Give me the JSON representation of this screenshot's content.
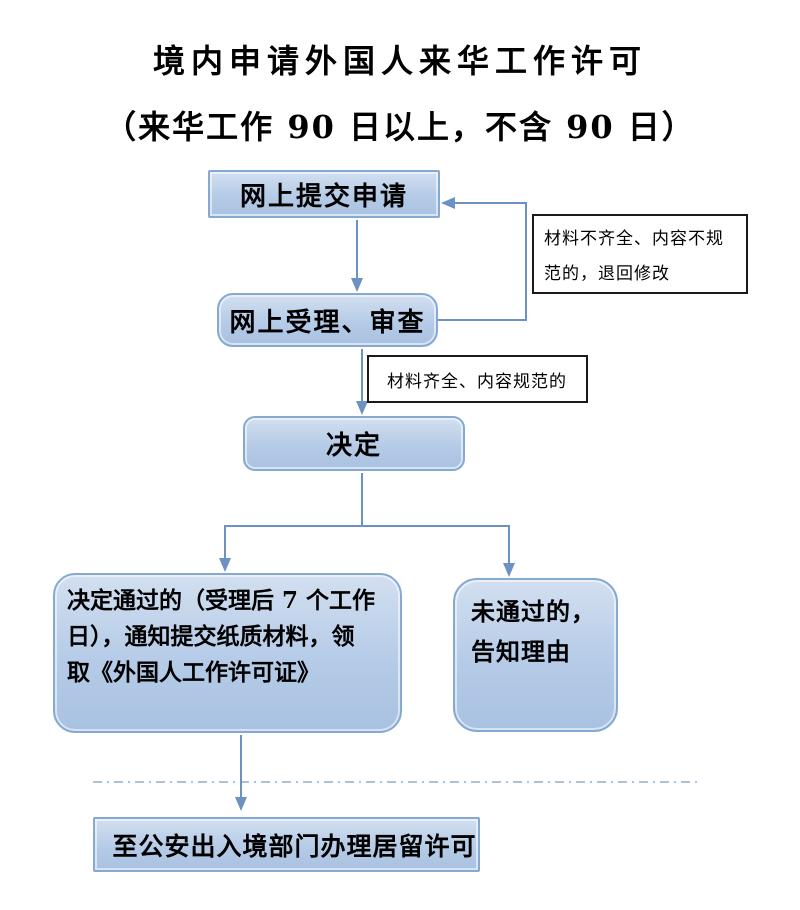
{
  "title": "境内申请外国人来华工作许可",
  "subtitle": "（来华工作 90 日以上，不含 90 日）",
  "colors": {
    "box_fill": "#b5cbe7",
    "box_fill_light": "#d2dff0",
    "box_border": "#86a9d4",
    "line": "#6b92c3",
    "divider": "#8fadca",
    "label_border": "#1a1a1a",
    "text": "#000000",
    "background": "#ffffff"
  },
  "nodes": {
    "submit": {
      "label": "网上提交申请"
    },
    "review": {
      "label": "网上受理、审查"
    },
    "decision": {
      "label": "决定"
    },
    "approved": {
      "lines": [
        "决定通过的（受理后 7 个工作",
        "日），通知提交纸质材料，领",
        "取《外国人工作许可证》"
      ]
    },
    "rejected": {
      "lines": [
        "未通过的，",
        "告知理由"
      ]
    },
    "residence": {
      "label": "至公安出入境部门办理居留许可"
    }
  },
  "callouts": {
    "incomplete": {
      "lines": [
        "材料不齐全、内容不规",
        "范的，退回修改"
      ]
    },
    "complete": {
      "label": "材料齐全、内容规范的"
    }
  }
}
